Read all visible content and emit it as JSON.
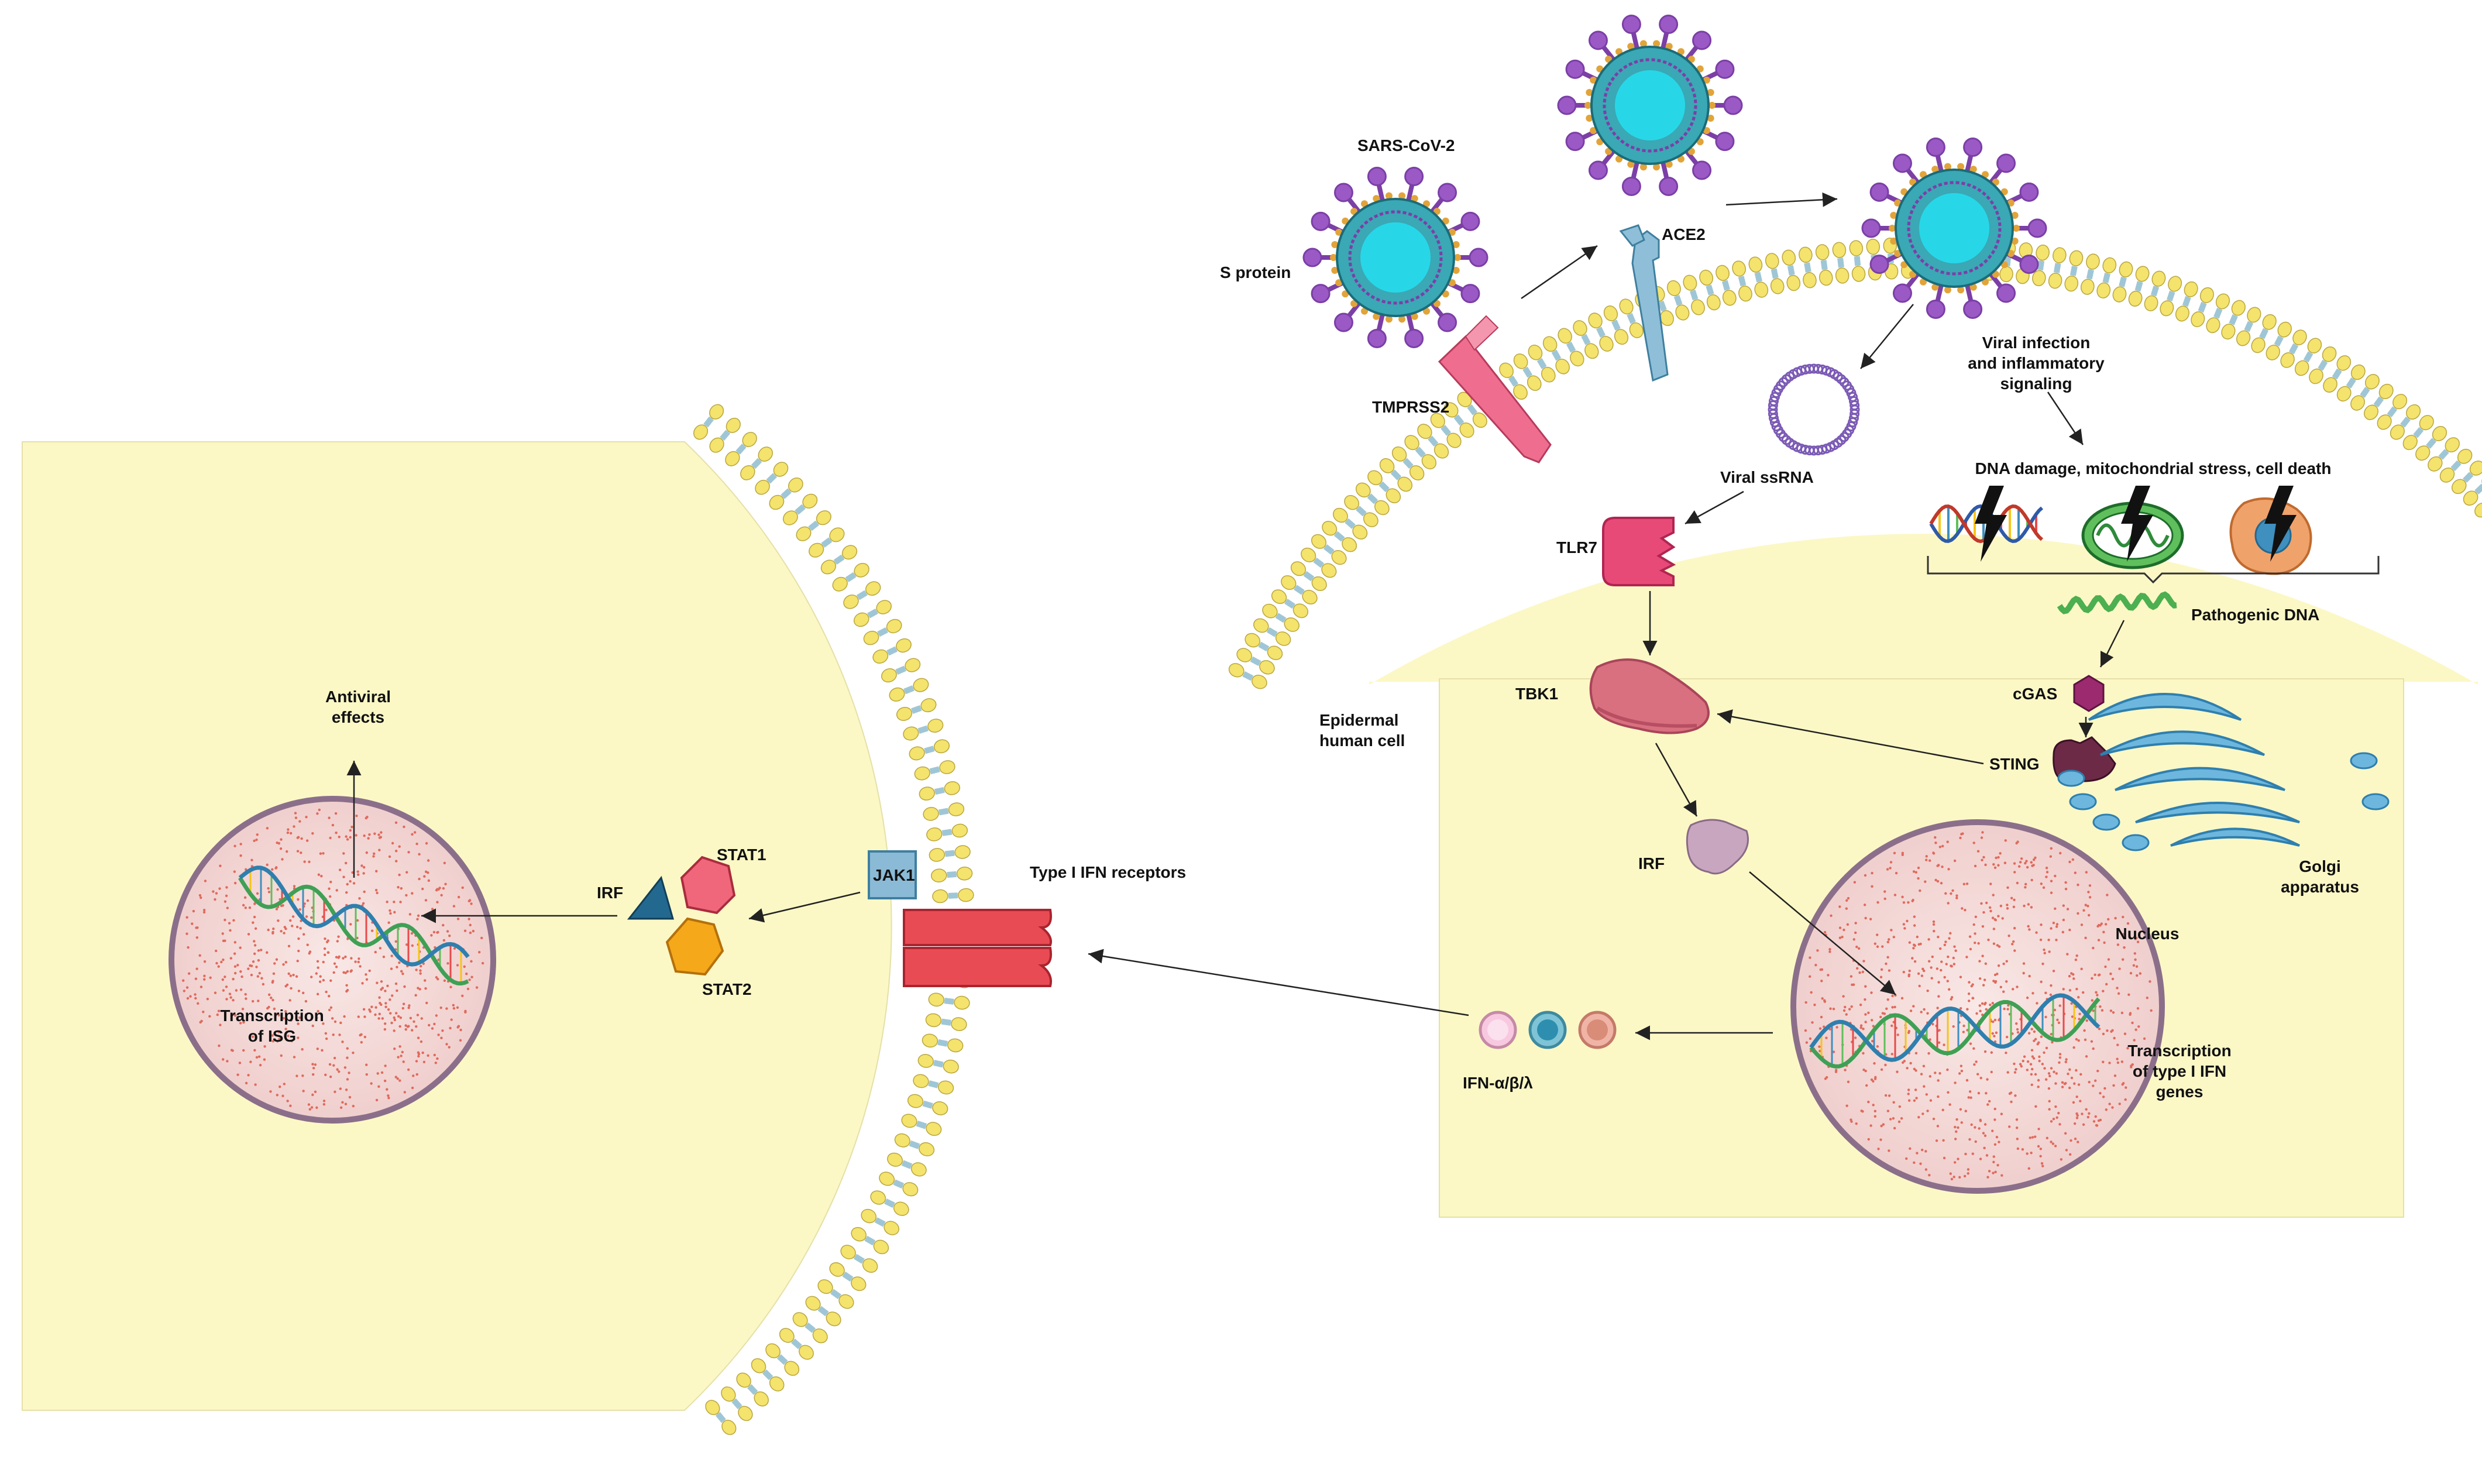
{
  "labels": {
    "sars_cov_2": "SARS-CoV-2",
    "s_protein": "S protein",
    "tmprss2": "TMPRSS2",
    "ace2": "ACE2",
    "viral_infection_1": "Viral infection",
    "viral_infection_2": "and inflammatory",
    "viral_infection_3": "signaling",
    "dna_damage": "DNA damage, mitochondrial stress, cell death",
    "viral_ssrna": "Viral ssRNA",
    "tlr7": "TLR7",
    "pathogenic_dna": "Pathogenic DNA",
    "tbk1": "TBK1",
    "cgas": "cGAS",
    "sting": "STING",
    "epidermal_1": "Epidermal",
    "epidermal_2": "human cell",
    "irf_right": "IRF",
    "golgi_1": "Golgi",
    "golgi_2": "apparatus",
    "nucleus": "Nucleus",
    "transcription_ifn_1": "Transcription",
    "transcription_ifn_2": "of type I IFN",
    "transcription_ifn_3": "genes",
    "ifn": "IFN-α/β/λ",
    "type_i_ifn_receptors": "Type I IFN receptors",
    "jak1": "JAK1",
    "stat1": "STAT1",
    "stat2": "STAT2",
    "irf_left": "IRF",
    "antiviral_1": "Antiviral",
    "antiviral_2": "effects",
    "transcription_isg_1": "Transcription",
    "transcription_isg_2": "of ISG"
  },
  "colors": {
    "cytoplasm": "#fbf8c6",
    "lipid_head": "#f4e36c",
    "lipid_tail": "#9fc6d6",
    "virus_core": "#27d7e8",
    "virus_spike": "#7b3fa6",
    "tmprss2": "#ef6d8f",
    "ace2": "#8fbfd8",
    "tlr7": "#e84a78",
    "tbk1": "#d8707f",
    "sting": "#6d2a46",
    "golgi": "#6db7de",
    "nucleus": "#f3d6d6",
    "receptor": "#e94b55",
    "jak1": "#8bbad6",
    "stat1": "#f0667a",
    "stat2": "#f5a81a",
    "irf_left": "#23688f"
  }
}
